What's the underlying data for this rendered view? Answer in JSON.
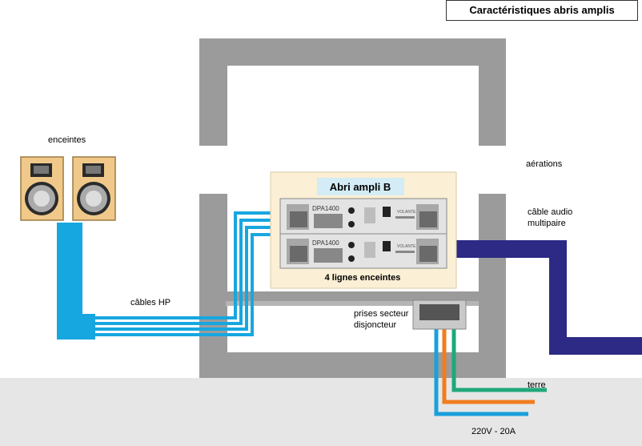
{
  "title": "Caractéristiques abris amplis",
  "labels": {
    "speakers": "enceintes",
    "vents": "aérations",
    "audio_cable": "câble audio\nmultipaire",
    "hp_cables": "câbles HP",
    "outlets": "prises secteur\ndisjoncteur",
    "earth": "terre",
    "power": "220V - 20A"
  },
  "shelter": {
    "title": "Abri ampli B",
    "footer": "4 lignes enceintes"
  },
  "amplifiers": [
    {
      "model": "DPA1400",
      "brand": "VOLANTE"
    },
    {
      "model": "DPA1400",
      "brand": "VOLANTE"
    }
  ],
  "colors": {
    "wall": "#9b9b9b",
    "ground": "#e6e6e6",
    "hp_cable": "#17a7e0",
    "audio_cable": "#2c2a85",
    "phase_cable": "#1aa0dc",
    "neutral_cable": "#f07d1f",
    "earth_cable": "#1fa87a",
    "shelter_bg": "#fbefd5",
    "shelter_title_bg": "#d3ecf5"
  }
}
